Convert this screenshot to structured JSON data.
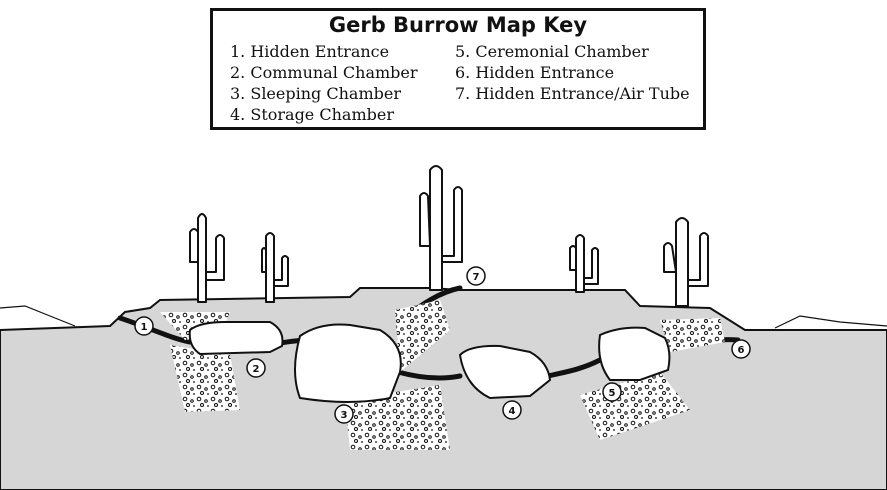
{
  "key": {
    "title": "Gerb Burrow Map Key",
    "items": [
      "1. Hidden Entrance",
      "2. Communal Chamber",
      "3. Sleeping Chamber",
      "4. Storage Chamber",
      "5. Ceremonial Chamber",
      "6. Hidden Entrance",
      "7. Hidden Entrance/Air Tube"
    ]
  },
  "markers": [
    "1",
    "2",
    "3",
    "4",
    "5",
    "6",
    "7"
  ],
  "colors": {
    "ink": "#111111",
    "ground": "#d6d6d6",
    "chamber": "#ffffff",
    "sky": "#ffffff"
  }
}
